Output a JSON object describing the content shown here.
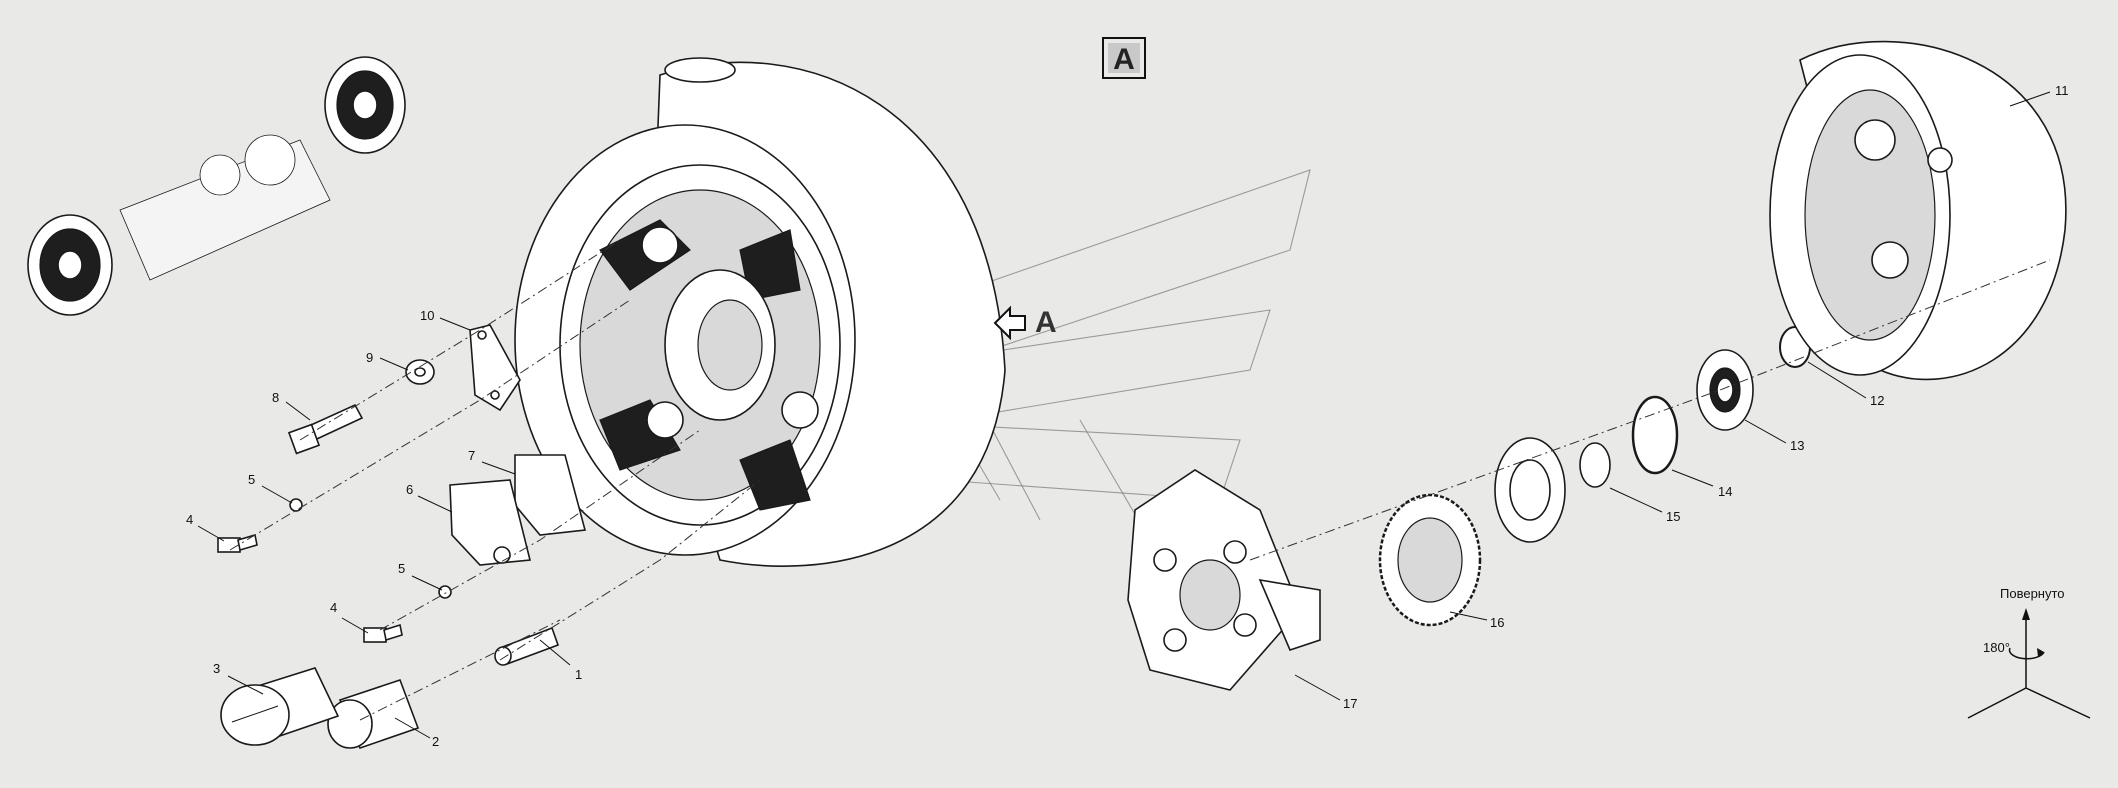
{
  "view_label": "A",
  "direction_arrow_label": "A",
  "rotation_note": {
    "text": "Повернуто",
    "angle": "180°"
  },
  "callouts": [
    {
      "num": "1"
    },
    {
      "num": "2"
    },
    {
      "num": "3"
    },
    {
      "num": "4"
    },
    {
      "num": "4"
    },
    {
      "num": "5"
    },
    {
      "num": "5"
    },
    {
      "num": "6"
    },
    {
      "num": "7"
    },
    {
      "num": "8"
    },
    {
      "num": "9"
    },
    {
      "num": "10"
    },
    {
      "num": "11"
    },
    {
      "num": "12"
    },
    {
      "num": "13"
    },
    {
      "num": "14"
    },
    {
      "num": "15"
    },
    {
      "num": "16"
    },
    {
      "num": "17"
    }
  ]
}
